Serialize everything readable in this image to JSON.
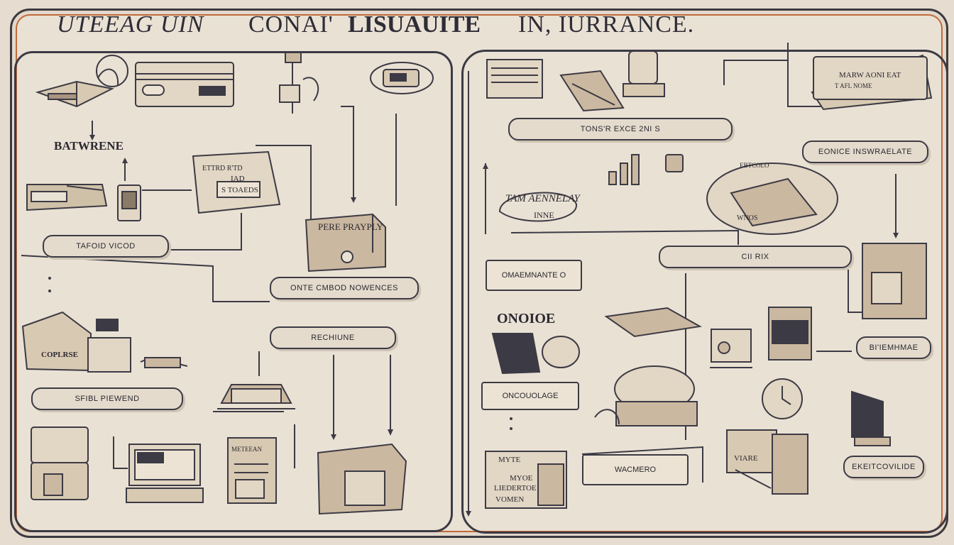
{
  "title": {
    "part1": "UTEEAG UIN",
    "part2": "CONAI'",
    "part3": "LISUAUITE",
    "part4": "IN, IURRANCE."
  },
  "left_panel": {
    "heading": "BATWRENE",
    "pills": [
      "TAFOID VICOD",
      "ONTE CMBOD NOWENCES",
      "RECHIUNE",
      "SFIBL PIEWEND"
    ],
    "doc_labels": {
      "card1_line1": "ETTRD R'TD",
      "card1_line2": "IAD",
      "card1_line3": "S TOAEDS",
      "crate": "PERE PRAYPLY",
      "sign": "COPLRSE",
      "poster": "METEEAN"
    }
  },
  "right_panel": {
    "pills": [
      "TONS'R EXCE 2NI S",
      "EONICE INSWRAELATE",
      "CII RIX",
      "BI'IEMHMAE",
      "EKEITCOVILIDE"
    ],
    "boxes": [
      "OMAEMNANTE O",
      "ONCOUOLAGE",
      "WACMERO"
    ],
    "headings": {
      "speech": "TAM AENNELAY",
      "speech_sub": "INNE",
      "section": "ONOIOE",
      "card": "MARW AONI EAT",
      "card_sub": "T AFL NOME",
      "circle": "EBTCOLO",
      "circle_sub": "WNOS",
      "stack1": "MYTE",
      "stack2": "MYOE",
      "stack3": "LIEDERTOE",
      "stack4": "VOMEN",
      "pile": "VIARE"
    }
  },
  "colors": {
    "ink": "#3c3a44",
    "paper": "#e9e1d4",
    "accent": "#c06a3a",
    "shade": "#cbb8a0"
  },
  "icons": [
    "printer-icon",
    "scanner-icon",
    "fax-machine-icon",
    "mailbox-icon",
    "document-card-icon",
    "parcel-icon",
    "laptop-icon",
    "house-icon",
    "filing-cabinet-icon",
    "envelope-icon",
    "building-icon",
    "phone-icon",
    "calculator-icon",
    "clipboard-icon",
    "lamp-icon"
  ]
}
